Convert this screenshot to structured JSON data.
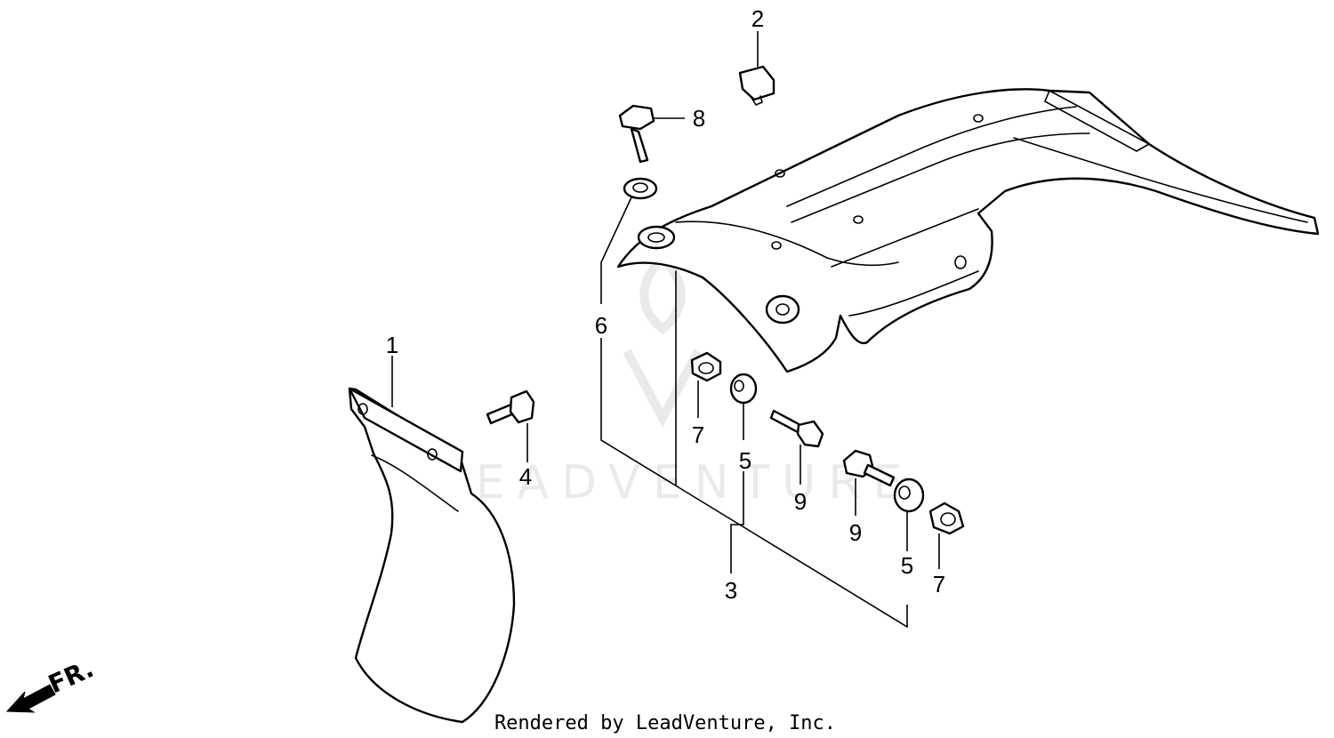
{
  "callouts": [
    {
      "id": "1",
      "label": "1"
    },
    {
      "id": "2",
      "label": "2"
    },
    {
      "id": "3",
      "label": "3"
    },
    {
      "id": "4",
      "label": "4"
    },
    {
      "id": "5a",
      "label": "5"
    },
    {
      "id": "5b",
      "label": "5"
    },
    {
      "id": "6",
      "label": "6"
    },
    {
      "id": "7a",
      "label": "7"
    },
    {
      "id": "7b",
      "label": "7"
    },
    {
      "id": "8",
      "label": "8"
    },
    {
      "id": "9a",
      "label": "9"
    },
    {
      "id": "9b",
      "label": "9"
    }
  ],
  "direction_label": "FR.",
  "watermark": "LEADVENTURE",
  "credit": "Rendered by LeadVenture, Inc."
}
